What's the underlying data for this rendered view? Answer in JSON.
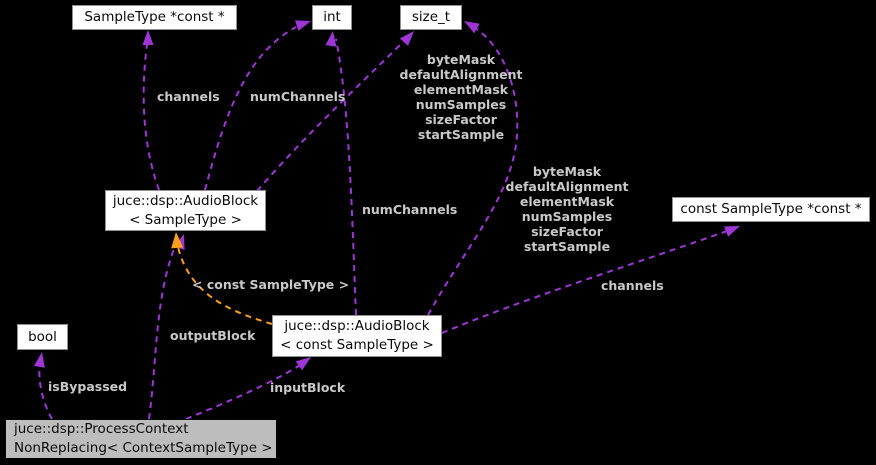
{
  "diagram": {
    "type": "collaboration-diagram",
    "colors": {
      "background": "#000000",
      "edge_purple": "#9e36d6",
      "edge_orange": "#f9a01b",
      "edge_label_text": "#c9c9c9",
      "node_fill": "#ffffff",
      "node_border": "#909090",
      "highlight_node_fill": "#bdbdbd",
      "node_text": "#0a0a0a"
    },
    "nodes": {
      "sampletype_const_ptr": {
        "label": "SampleType *const *"
      },
      "int_type": {
        "label": "int"
      },
      "size_type": {
        "label": "size_t"
      },
      "audio_block": {
        "line1": "juce::dsp::AudioBlock",
        "line2": "< SampleType >"
      },
      "const_sampletype_const_ptr": {
        "label": "const SampleType *const *"
      },
      "audio_block_const": {
        "line1": "juce::dsp::AudioBlock",
        "line2": "< const SampleType >"
      },
      "bool_type": {
        "label": "bool"
      },
      "process_context": {
        "line1": "juce::dsp::ProcessContext",
        "line2": "NonReplacing< ContextSampleType >"
      }
    },
    "edge_labels": {
      "channels_top": "channels",
      "num_channels_top": "numChannels",
      "size_t_members_left": "byteMask\ndefaultAlignment\nelementMask\nnumSamples\nsizeFactor\nstartSample",
      "size_t_members_right": "byteMask\ndefaultAlignment\nelementMask\nnumSamples\nsizeFactor\nstartSample",
      "num_channels_mid": "numChannels",
      "channels_right": "channels",
      "template_instantiation": "< const SampleType >",
      "output_block": "outputBlock",
      "input_block": "inputBlock",
      "is_bypassed": "isBypassed"
    }
  }
}
